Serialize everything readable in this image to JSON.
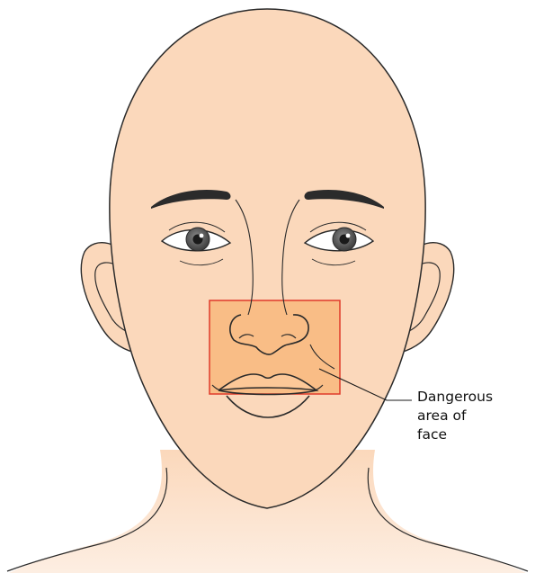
{
  "figure": {
    "callout": {
      "lines": [
        "Dangerous",
        "area of",
        "face"
      ]
    },
    "colors": {
      "skin": "#fbd8bb",
      "skin_light": "#fde8d6",
      "outline": "#2a2a2a",
      "danger_fill": "#f8b97c",
      "danger_border": "#e03a2a",
      "eyebrow": "#2b2b2b",
      "iris": "#4d4d4d"
    },
    "icons": [
      "face-illustration-icon"
    ]
  }
}
